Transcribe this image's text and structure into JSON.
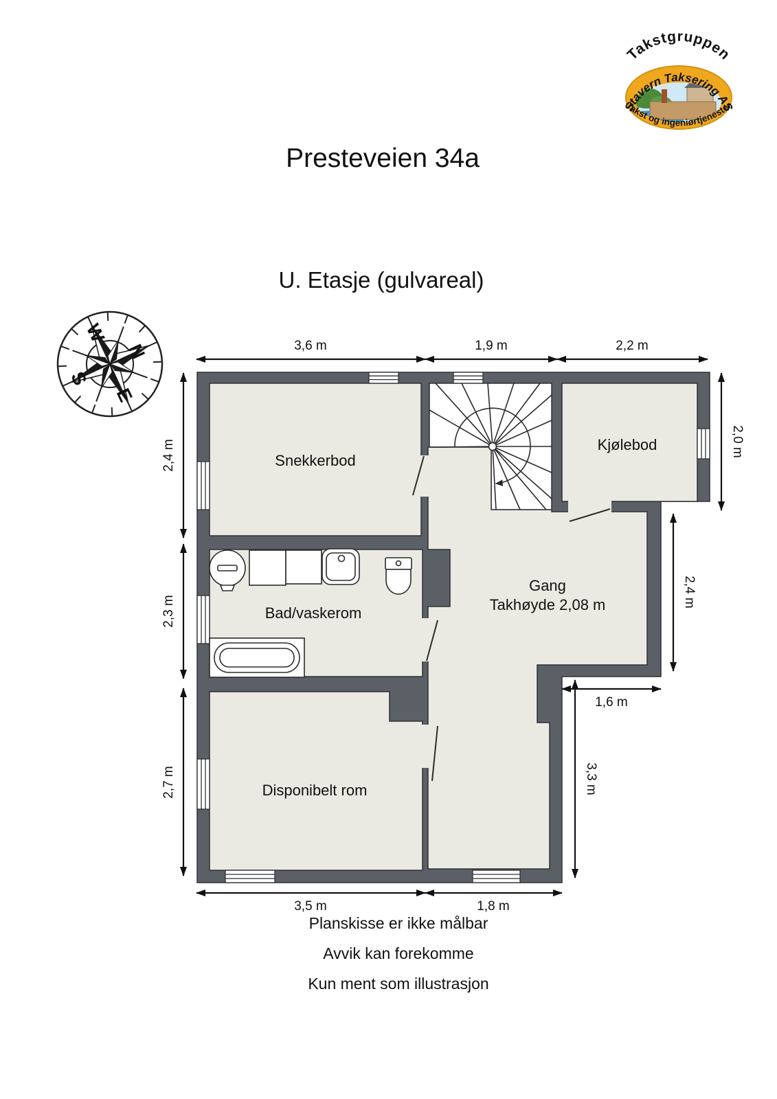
{
  "header": {
    "title": "Presteveien 34a",
    "subtitle": "U. Etasje (gulvareal)"
  },
  "logo": {
    "top_text": "Takstgruppen",
    "badge_text": "Stavern Taksering AS",
    "bottom_text": "Takst og ingeniørtjenester",
    "colors": {
      "ring": "#efa81e",
      "sky": "#cfe9f6",
      "water": "#4f96c4",
      "bush": "#4c8a3a",
      "wall": "#c49a66",
      "roof": "#63676d"
    }
  },
  "compass": {
    "letters": {
      "n": "N",
      "e": "E",
      "s": "S",
      "w": "W"
    }
  },
  "plan": {
    "rooms": [
      {
        "id": "snekkerbod",
        "label": "Snekkerbod"
      },
      {
        "id": "kjolebod",
        "label": "Kjølebod"
      },
      {
        "id": "bad",
        "label": "Bad/vaskerom"
      },
      {
        "id": "gang",
        "label": "Gang",
        "sublabel": "Takhøyde 2,08 m"
      },
      {
        "id": "disponibelt",
        "label": "Disponibelt rom"
      }
    ],
    "dimensions": {
      "top": [
        "3,6 m",
        "1,9 m",
        "2,2 m"
      ],
      "left": [
        "2,4 m",
        "2,3 m",
        "2,7 m"
      ],
      "right": [
        "2,0 m",
        "2,4 m",
        "3,3 m"
      ],
      "inner": [
        "1,6 m"
      ],
      "bottom": [
        "3,5 m",
        "1,8 m"
      ]
    },
    "colors": {
      "wall": "#5b5f66",
      "floor": "#eaeae2",
      "stair": "#ffffff"
    }
  },
  "footer": {
    "lines": [
      "Planskisse er ikke målbar",
      "Avvik kan forekomme",
      "Kun ment som illustrasjon"
    ]
  }
}
